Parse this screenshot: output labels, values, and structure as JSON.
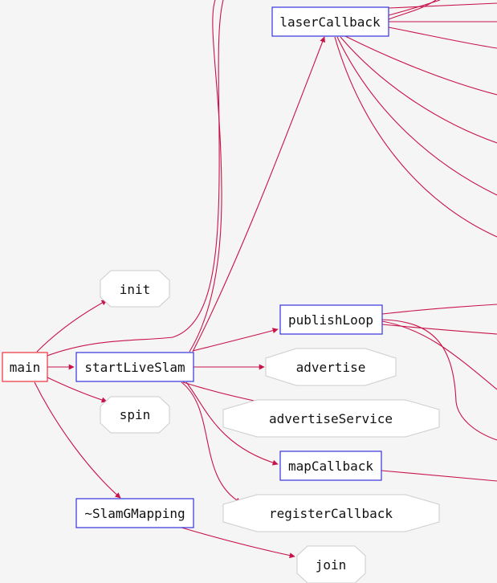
{
  "graph": {
    "nodes": [
      {
        "id": "main",
        "label": "main",
        "kind": "root"
      },
      {
        "id": "startLiveSlam",
        "label": "startLiveSlam",
        "kind": "function"
      },
      {
        "id": "laserCallback",
        "label": "laserCallback",
        "kind": "function"
      },
      {
        "id": "publishLoop",
        "label": "publishLoop",
        "kind": "function"
      },
      {
        "id": "mapCallback",
        "label": "mapCallback",
        "kind": "function"
      },
      {
        "id": "slamGMappingDestructor",
        "label": "~SlamGMapping",
        "kind": "function"
      },
      {
        "id": "init",
        "label": "init",
        "kind": "external"
      },
      {
        "id": "spin",
        "label": "spin",
        "kind": "external"
      },
      {
        "id": "advertise",
        "label": "advertise",
        "kind": "external"
      },
      {
        "id": "advertiseService",
        "label": "advertiseService",
        "kind": "external"
      },
      {
        "id": "registerCallback",
        "label": "registerCallback",
        "kind": "external"
      },
      {
        "id": "join",
        "label": "join",
        "kind": "external"
      }
    ],
    "edges": [
      {
        "from": "main",
        "to": "init"
      },
      {
        "from": "main",
        "to": "startLiveSlam"
      },
      {
        "from": "main",
        "to": "spin"
      },
      {
        "from": "main",
        "to": "slamGMappingDestructor"
      },
      {
        "from": "main",
        "to": "offscreen"
      },
      {
        "from": "startLiveSlam",
        "to": "laserCallback"
      },
      {
        "from": "startLiveSlam",
        "to": "publishLoop"
      },
      {
        "from": "startLiveSlam",
        "to": "advertise"
      },
      {
        "from": "startLiveSlam",
        "to": "advertiseService"
      },
      {
        "from": "startLiveSlam",
        "to": "mapCallback"
      },
      {
        "from": "startLiveSlam",
        "to": "registerCallback"
      },
      {
        "from": "startLiveSlam",
        "to": "offscreen"
      },
      {
        "from": "slamGMappingDestructor",
        "to": "join"
      },
      {
        "from": "laserCallback",
        "to": "offscreen"
      },
      {
        "from": "publishLoop",
        "to": "offscreen"
      },
      {
        "from": "mapCallback",
        "to": "offscreen"
      }
    ]
  },
  "colors": {
    "background": "#f5f5f5",
    "edge": "#c8134a",
    "root_border": "#e8333b",
    "function_border": "#3333dd",
    "external_border": "#cccccc",
    "node_fill": "#ffffff"
  }
}
